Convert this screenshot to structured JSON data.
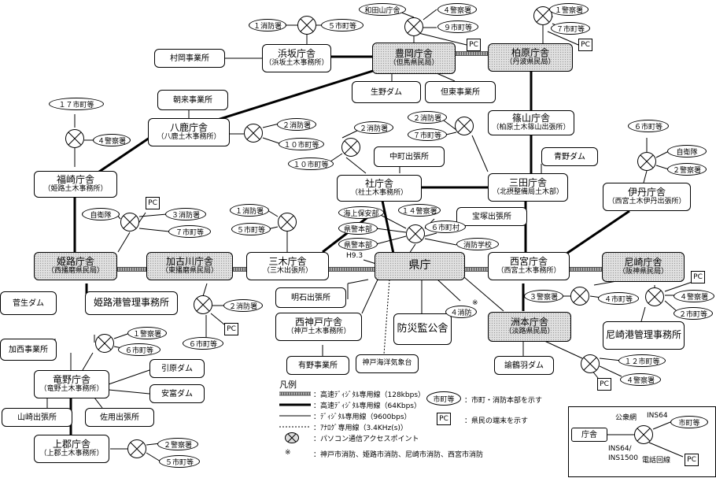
{
  "offices": {
    "hamasaka": {
      "name": "浜坂庁舎",
      "sub": "（浜坂土木事務所）"
    },
    "toyooka": {
      "name": "豊岡庁舎",
      "sub": "（但馬県民局）"
    },
    "kaibara": {
      "name": "柏原庁舎",
      "sub": "（丹波県民局）"
    },
    "yoka": {
      "name": "八鹿庁舎",
      "sub": "（八鹿土木事務所）"
    },
    "sasayama": {
      "name": "篠山庁舎",
      "sub": "（柏原土木篠山出張所）"
    },
    "fukusaki": {
      "name": "福崎庁舎",
      "sub": "（姫路土木事務所）"
    },
    "yashiro": {
      "name": "社庁舎",
      "sub": "（社土木事務所）"
    },
    "sanda": {
      "name": "三田庁舎",
      "sub": "（北摂整備局土木部）"
    },
    "itami": {
      "name": "伊丹庁舎",
      "sub": "（西宮土木伊丹出張所）"
    },
    "himeji": {
      "name": "姫路庁舎",
      "sub": "（西播磨県民局）"
    },
    "kakogawa": {
      "name": "加古川庁舎",
      "sub": "（東播磨県民局）"
    },
    "miki": {
      "name": "三木庁舎",
      "sub": "（三木出張所）"
    },
    "kencho": {
      "name": "県庁",
      "sub": ""
    },
    "nishinomiya": {
      "name": "西宮庁舎",
      "sub": "（西宮土木事務所）"
    },
    "amagasaki": {
      "name": "尼崎庁舎",
      "sub": "（阪神県民局）"
    },
    "nishikobe": {
      "name": "西神戸庁舎",
      "sub": "（神戸土木事務所）"
    },
    "sumoto": {
      "name": "洲本庁舎",
      "sub": "（淡路県民局）"
    },
    "tatsuno": {
      "name": "竜野庁舎",
      "sub": "（竜野土木事務所）"
    },
    "kamigori": {
      "name": "上郡庁舎",
      "sub": "（上郡土木事務所）"
    }
  },
  "facilities": {
    "muraoka": "村岡事業所",
    "ikuno": "生野ダム",
    "tanto": "但東事業所",
    "asago": "朝来事業所",
    "nakacho": "中町出張所",
    "aono": "青野ダム",
    "takarazuka": "宝塚出張所",
    "suga": "菅生ダム",
    "himejiport": "姫路港管理事務所",
    "akashi": "明石出張所",
    "bousai": "防災監公舎",
    "kasai": "加西事業所",
    "hikihara": "引原ダム",
    "annou": "安富ダム",
    "yamasaki": "山崎出張所",
    "sayo": "佐用出張所",
    "arima": "有野事業所",
    "kaiyou": "神戸海洋気象台",
    "yuzuruha": "諭鶴羽ダム",
    "amagasakiport": "尼崎港管理事務所"
  },
  "labels": {
    "fire1": "１消防署",
    "cities5": "５市町等",
    "wadayama": "和田山庁舎",
    "police4": "４警察署",
    "cities9": "９市町等",
    "police1": "１警察署",
    "cities7": "７市町等",
    "pc": "PC",
    "cities17": "１７市町等",
    "police4b": "４警察署",
    "fire2": "２消防署",
    "cities10": "１０市町等",
    "fire2b": "２消防署",
    "cities10b": "１０市町等",
    "fire2c": "２消防署",
    "cities7b": "７市町等",
    "cities6": "６市町等",
    "sdf": "自衛隊",
    "police2": "２警察署",
    "sdf2": "自衛隊",
    "fire3": "３消防署",
    "cities7c": "７市町等",
    "fire1b": "１消防署",
    "cities5b": "５市町等",
    "coastguard": "海上保安部",
    "police14": "１４警察署",
    "policehq": "県警本部",
    "policehq2": "県警本部",
    "policehq3": "県警本部",
    "cities6b": "６市町村",
    "fireschool": "消防学校",
    "h93": "H9.3",
    "fire4": "４消防",
    "note_mark": "※",
    "police3": "３警察署",
    "cities4": "４市町等",
    "police4c": "４警察署",
    "cities2": "２市町等",
    "fire2d": "２消防署",
    "cities6c": "６市町等",
    "fire1c": "１警察署",
    "cities6d": "６市町等",
    "cities12": "１２市町等",
    "police4d": "４警察署",
    "fire2e": "２警察署",
    "cities5c": "５市町等"
  },
  "legend": {
    "title": "凡例",
    "items": [
      "：高速ﾃﾞｨｼﾞﾀﾙ専用線（128kbps）",
      "：高速ﾃﾞｨｼﾞﾀﾙ専用線（64Kbps）",
      "：ﾃﾞｨｼﾞﾀﾙ専用線（9600bps）",
      "：ｱﾅﾛｸﾞ専用線（3.4KHz(s)）",
      "：パソコン通信アクセスポイント",
      "：神戸市消防、姫路市消防、尼崎市消防、西宮市消防"
    ],
    "sym_note": "※",
    "cities_sym": "市町等",
    "cities_desc": "：市町・消防本部を示す",
    "pc_sym": "PC",
    "pc_desc": "：県民の端末を示す"
  },
  "inset": {
    "office": "庁舎",
    "public": "公衆網",
    "ins64": "INS64",
    "ins64b": "INS64/",
    "ins1500": "INS1500",
    "phone": "電話回線",
    "cities": "市町等",
    "pc": "PC"
  }
}
